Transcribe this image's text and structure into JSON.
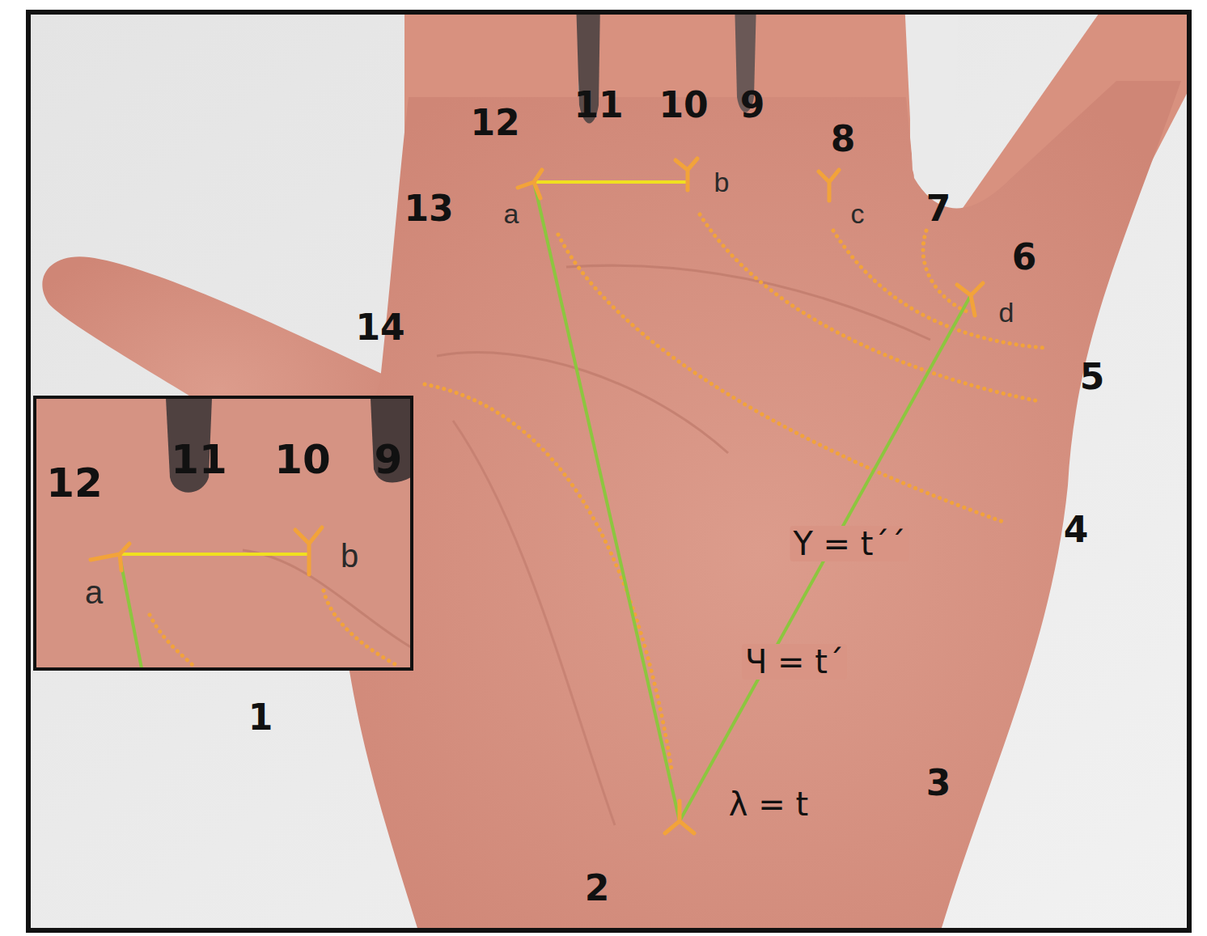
{
  "diagram": {
    "labels": [
      "12",
      "11",
      "10",
      "9",
      "8",
      "13",
      "a",
      "b",
      "c",
      "7",
      "6",
      "d",
      "14",
      "5",
      "12",
      "11",
      "10",
      "9",
      "a",
      "b",
      "4",
      "Y = t´´",
      "Ч = t´",
      "1",
      "λ = t",
      "3",
      "2"
    ]
  }
}
